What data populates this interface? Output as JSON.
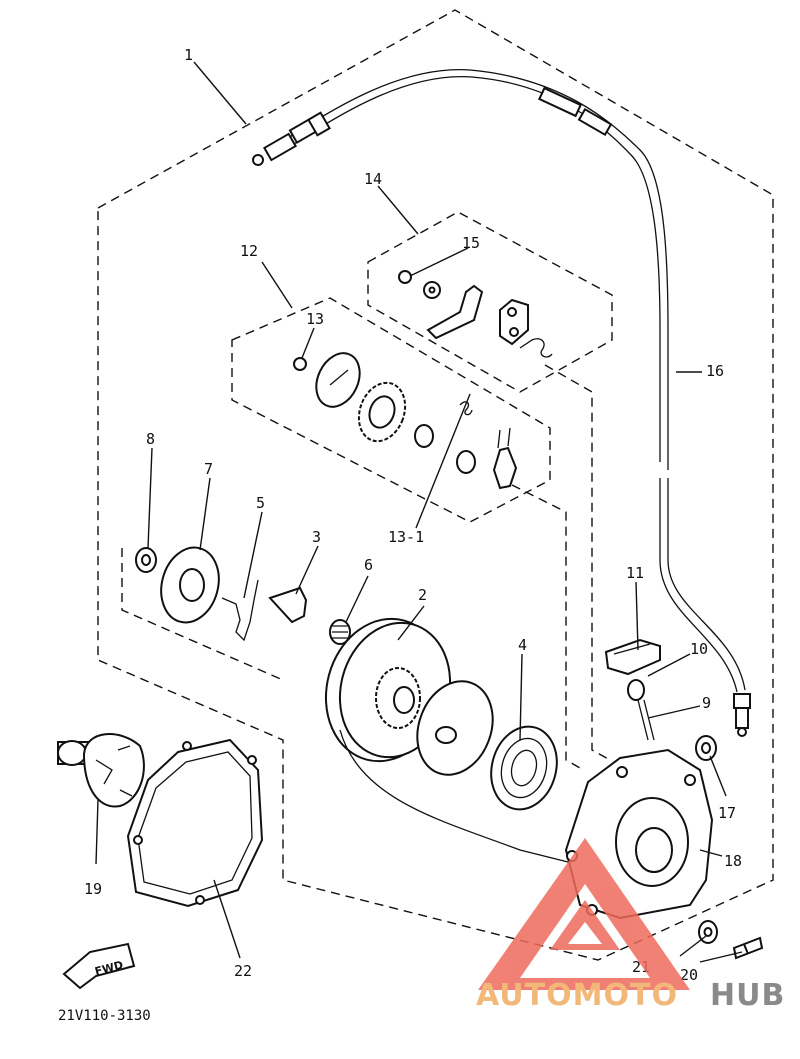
{
  "diagram": {
    "part_labels": {
      "p1": "1",
      "p2": "2",
      "p3": "3",
      "p4": "4",
      "p5": "5",
      "p6": "6",
      "p7": "7",
      "p8": "8",
      "p9": "9",
      "p10": "10",
      "p11": "11",
      "p12": "12",
      "p13": "13",
      "p13_1": "13-1",
      "p14": "14",
      "p15": "15",
      "p16": "16",
      "p17": "17",
      "p18": "18",
      "p19": "19",
      "p20": "20",
      "p21": "21",
      "p22": "22"
    },
    "fwd_label": "FWD",
    "drawing_code": "21V110-3130"
  },
  "watermark": {
    "text_colored": "AUTOMOTO",
    "text_gray": "HUB",
    "colors": {
      "triangle": "#ef6b5c",
      "text": "#f2b87a",
      "gray": "#8a8a8a"
    }
  }
}
